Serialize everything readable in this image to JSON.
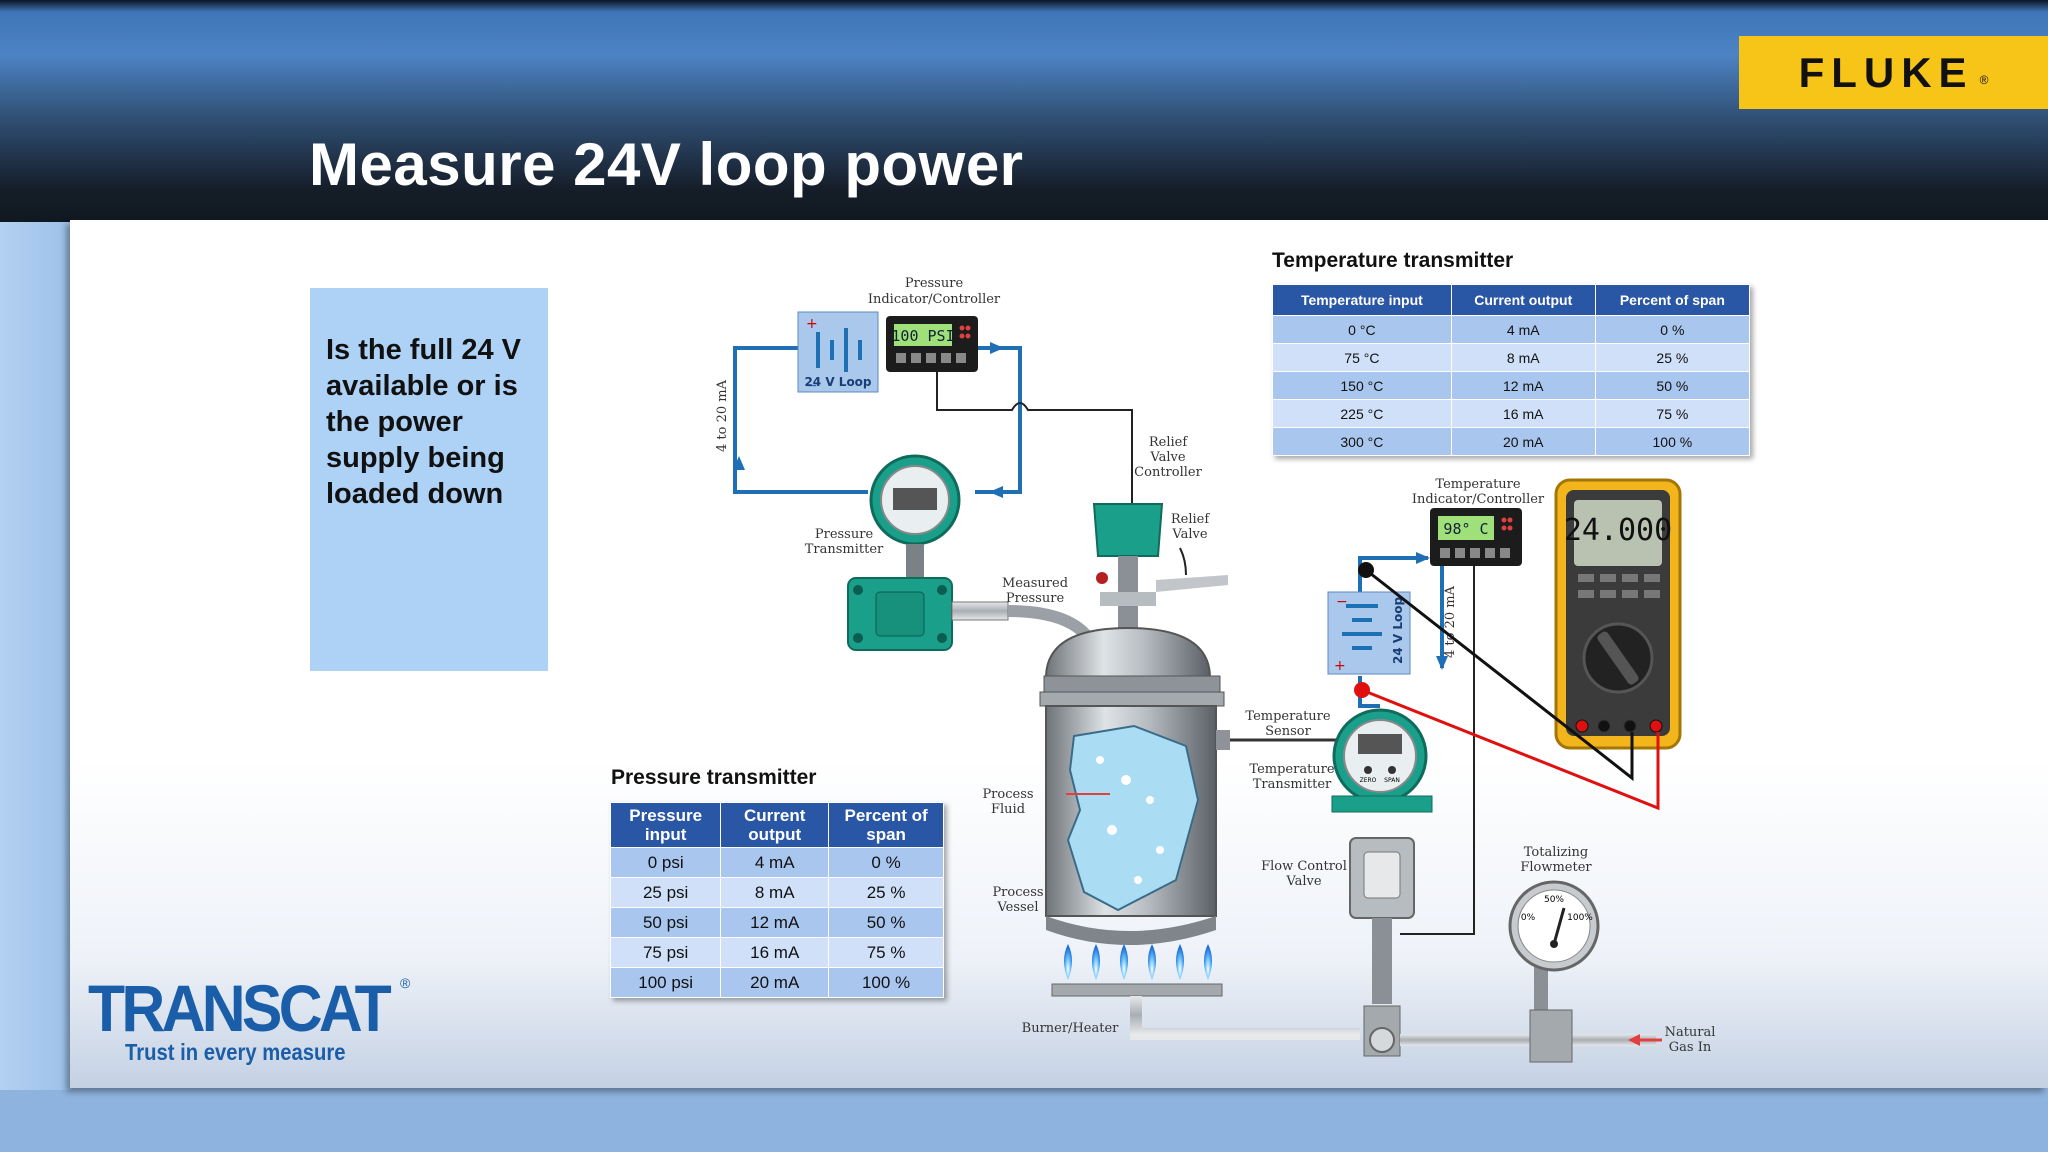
{
  "slide": {
    "title": "Measure 24V loop power",
    "brand": "FLUKE",
    "brand_mark": "®",
    "question": "Is the full 24 V available or is the power supply being loaded down"
  },
  "logo": {
    "name": "TRANSCAT",
    "registered": "®",
    "tagline": "Trust in every measure"
  },
  "pressure_table": {
    "title": "Pressure transmitter",
    "headers": [
      "Pressure input",
      "Current output",
      "Percent of span"
    ],
    "rows": [
      [
        "0 psi",
        "4 mA",
        "0 %"
      ],
      [
        "25 psi",
        "8 mA",
        "25 %"
      ],
      [
        "50 psi",
        "12 mA",
        "50 %"
      ],
      [
        "75 psi",
        "16 mA",
        "75 %"
      ],
      [
        "100 psi",
        "20 mA",
        "100 %"
      ]
    ]
  },
  "temperature_table": {
    "title": "Temperature transmitter",
    "headers": [
      "Temperature input",
      "Current  output",
      "Percent  of span"
    ],
    "rows": [
      [
        "0  °C",
        "4 mA",
        "0 %"
      ],
      [
        "75 °C",
        "8 mA",
        "25 %"
      ],
      [
        "150 °C",
        "12 mA",
        "50 %"
      ],
      [
        "225 °C",
        "16 mA",
        "75 %"
      ],
      [
        "300 °C",
        "20 mA",
        "100 %"
      ]
    ]
  },
  "diagram": {
    "pressure_indicator_label": [
      "Pressure",
      "Indicator/Controller"
    ],
    "pressure_display": "100 PSI",
    "loop_label_pressure": "24 V Loop",
    "current_label_pressure": "4 to 20 mA",
    "pressure_transmitter_label": [
      "Pressure",
      "Transmitter"
    ],
    "relief_valve_controller_label": [
      "Relief",
      "Valve",
      "Controller"
    ],
    "relief_valve_label": [
      "Relief",
      "Valve"
    ],
    "measured_pressure_label": [
      "Measured",
      "Pressure"
    ],
    "temperature_indicator_label": [
      "Temperature",
      "Indicator/Controller"
    ],
    "temperature_display": "98° C",
    "loop_label_temperature": "24 V Loop",
    "current_label_temperature": "4 to 20 mA",
    "temperature_sensor_label": [
      "Temperature",
      "Sensor"
    ],
    "temperature_transmitter_label": [
      "Temperature",
      "Transmitter"
    ],
    "zero_label": "ZERO",
    "span_label": "SPAN",
    "process_fluid_label": [
      "Process",
      "Fluid"
    ],
    "process_vessel_label": [
      "Process",
      "Vessel"
    ],
    "flow_control_valve_label": [
      "Flow Control",
      "Valve"
    ],
    "totalizing_flowmeter_label": [
      "Totalizing",
      "Flowmeter"
    ],
    "gauge_marks": [
      "0%",
      "50%",
      "100%"
    ],
    "burner_label": "Burner/Heater",
    "natural_gas_label": [
      "Natural",
      "Gas In"
    ],
    "multimeter_display": "24.000"
  },
  "colors": {
    "header_blue": "#4c83c4",
    "fluke_yellow": "#f6c518",
    "table_header": "#2a56a6",
    "table_row_dark": "#a9c6ee",
    "table_row_light": "#cfe0f8",
    "loop_wire": "#1f6fb5",
    "equipment_teal": "#1aa08a",
    "probe_red": "#e01010",
    "transcat_blue": "#1a5da8"
  }
}
